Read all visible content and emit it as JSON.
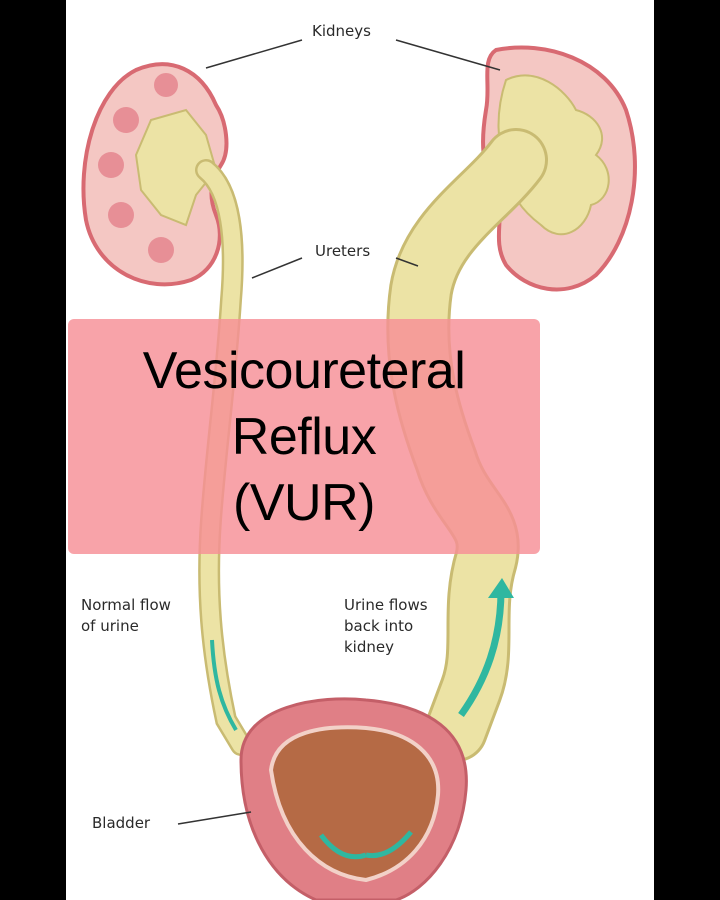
{
  "labels": {
    "kidneys": "Kidneys",
    "ureters": "Ureters",
    "normal_flow": [
      "Normal flow",
      "of urine"
    ],
    "reflux_flow": [
      "Urine flows",
      "back into",
      "kidney"
    ],
    "bladder": "Bladder"
  },
  "title": {
    "lines": [
      "Vesicoureteral",
      "Reflux",
      "(VUR)"
    ]
  },
  "colors": {
    "kidney_outer": "#e8868c",
    "kidney_cortex": "#f4c7c3",
    "urine": "#ece3a5",
    "urine_outline": "#c9bb72",
    "bladder_wall": "#e07f86",
    "bladder_inner": "#b56a45",
    "arrow": "#2fb7a0",
    "title_overlay": "#f78f96",
    "background": "#000000",
    "panel": "#ffffff"
  }
}
